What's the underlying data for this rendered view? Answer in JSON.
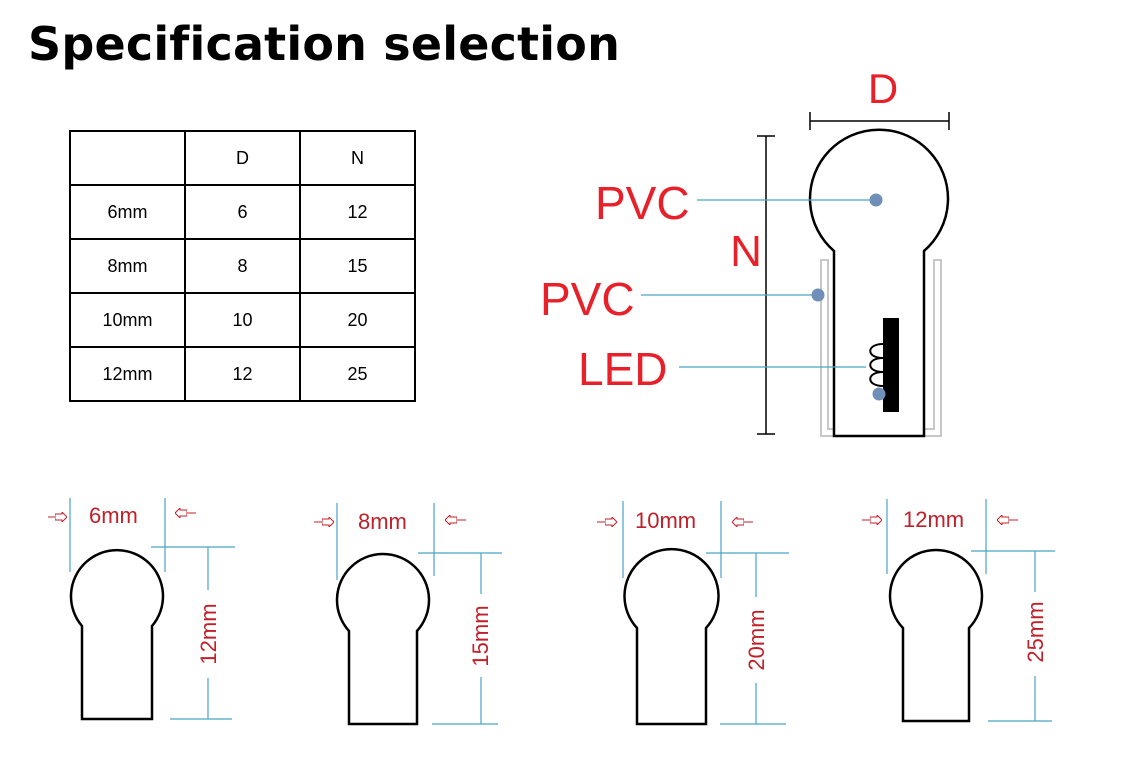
{
  "title": "Specification selection",
  "table": {
    "headers": [
      "",
      "D",
      "N"
    ],
    "rows": [
      [
        "6mm",
        "6",
        "12"
      ],
      [
        "8mm",
        "8",
        "15"
      ],
      [
        "10mm",
        "10",
        "20"
      ],
      [
        "12mm",
        "12",
        "25"
      ]
    ]
  },
  "cross_section": {
    "d_label": "D",
    "n_label": "N",
    "outer_label": "PVC",
    "inner_label": "PVC",
    "led_label": "LED"
  },
  "profiles": [
    {
      "width_label": "6mm",
      "height_label": "12mm"
    },
    {
      "width_label": "8mm",
      "height_label": "15mm"
    },
    {
      "width_label": "10mm",
      "height_label": "20mm"
    },
    {
      "width_label": "12mm",
      "height_label": "25mm"
    }
  ],
  "colors": {
    "label_red": "#e8202a",
    "leader_blue": "#4aa3c8",
    "dot_blue": "#6f8fb8",
    "outline": "#000000",
    "jacket_gray": "#c8c8c8"
  }
}
